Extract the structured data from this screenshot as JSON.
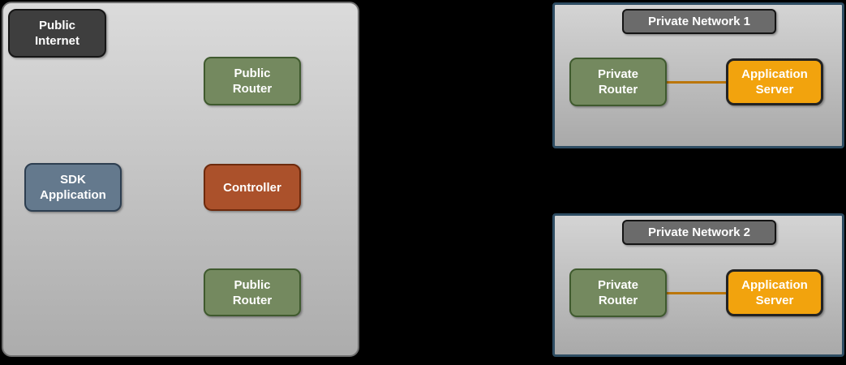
{
  "public_zone": {
    "public_internet_label": "Public Internet",
    "public_router_top_label": "Public Router",
    "sdk_application_label": "SDK Application",
    "controller_label": "Controller",
    "public_router_bottom_label": "Public Router"
  },
  "private_network_1": {
    "title": "Private Network 1",
    "private_router_label": "Private Router",
    "application_server_label": "Application Server"
  },
  "private_network_2": {
    "title": "Private Network 2",
    "private_router_label": "Private Router",
    "application_server_label": "Application Server"
  },
  "colors": {
    "background": "#000000",
    "zone_fill_top": "#dbdbdb",
    "zone_fill_bottom": "#acacac",
    "zone_border": "#6f6f6f",
    "panel_border": "#2e4d63",
    "public_internet_fill": "#3e3e3e",
    "router_fill": "#74895f",
    "router_border": "#3f5a2e",
    "sdk_application_fill": "#64798d",
    "controller_fill": "#ab512b",
    "application_server_fill": "#f2a30d",
    "network_title_fill": "#6b6b6b",
    "connector_line": "#bb7609",
    "node_text": "#ffffff"
  }
}
